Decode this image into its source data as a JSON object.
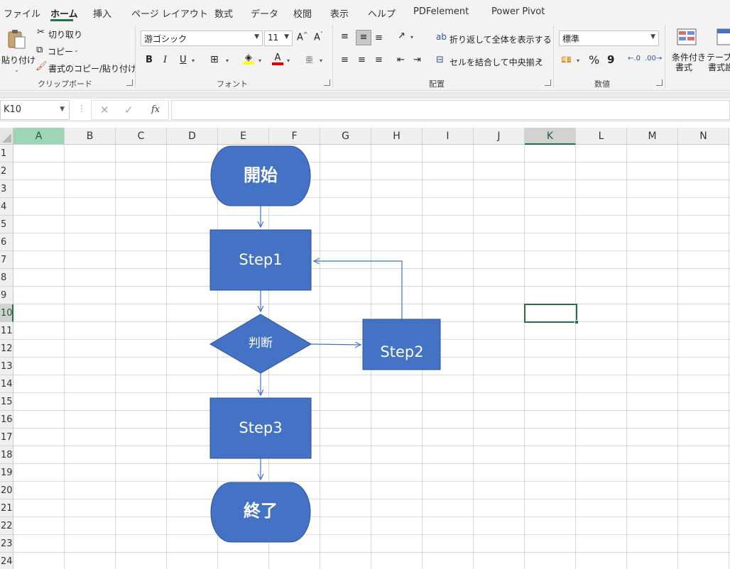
{
  "menu": {
    "tabs": [
      "ファイル",
      "ホーム",
      "挿入",
      "ページ レイアウト",
      "数式",
      "データ",
      "校閲",
      "表示",
      "ヘルプ",
      "PDFelement",
      "Power Pivot"
    ],
    "active": "ホーム"
  },
  "ribbon": {
    "clipboard": {
      "paste": "貼り付け",
      "cut": "切り取り",
      "copy": "コピー",
      "format_painter": "書式のコピー/貼り付け",
      "group_label": "クリップボード"
    },
    "font": {
      "font_name": "游ゴシック",
      "font_size": "11",
      "group_label": "フォント",
      "bold": "B",
      "italic": "I",
      "underline": "U"
    },
    "alignment": {
      "wrap_text": "折り返して全体を表示する",
      "merge_center": "セルを結合して中央揃え",
      "group_label": "配置"
    },
    "number": {
      "format": "標準",
      "percent": "%",
      "comma": "9",
      "group_label": "数値"
    },
    "styles": {
      "conditional_formatting": [
        "条件付き",
        "書式"
      ],
      "format_as_table": [
        "テーブル",
        "書式設"
      ]
    }
  },
  "formula_bar": {
    "name_box": "K10",
    "fx": "fx",
    "cancel": "✕",
    "enter": "✓",
    "formula": ""
  },
  "grid": {
    "columns": [
      "A",
      "B",
      "C",
      "D",
      "E",
      "F",
      "G",
      "H",
      "I",
      "J",
      "K",
      "L",
      "M",
      "N"
    ],
    "rows": [
      "1",
      "2",
      "3",
      "4",
      "5",
      "6",
      "7",
      "8",
      "9",
      "10",
      "11",
      "12",
      "13",
      "14",
      "15",
      "16",
      "17",
      "18",
      "19",
      "20",
      "21",
      "22",
      "23",
      "24"
    ],
    "selected_column": "K",
    "selected_row": "10"
  },
  "flowchart": {
    "start": "開始",
    "step1": "Step1",
    "decision": "判断",
    "step2": "Step2",
    "step3": "Step3",
    "end": "終了",
    "fill_color": "#4472c4",
    "border_color": "#2f528f"
  },
  "colors": {
    "accent": "#217346"
  }
}
